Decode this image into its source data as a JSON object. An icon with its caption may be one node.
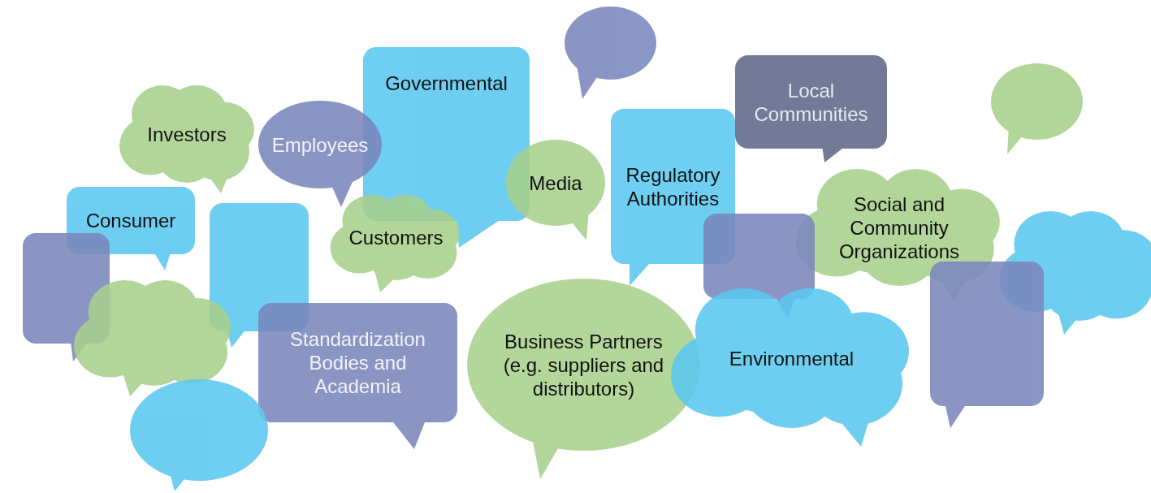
{
  "diagram": {
    "nodes": [
      {
        "text": [],
        "shape": "circle"
      },
      {
        "text": [
          "Governmental"
        ]
      },
      {
        "text": [
          "Local Communities"
        ]
      },
      {
        "text": [],
        "shape": "circle"
      },
      {
        "text": [
          "Investors"
        ]
      },
      {
        "text": [
          "Employees"
        ]
      },
      {
        "text": [
          "Regulatory Authorities"
        ]
      },
      {
        "text": [
          "Media"
        ]
      },
      {
        "text": [
          "Consumer"
        ]
      },
      {
        "text": [
          "Customers"
        ]
      },
      {
        "text": [
          "Social and Community Organizations"
        ]
      },
      {
        "text": [],
        "shape": "box"
      },
      {
        "text": [],
        "shape": "box"
      },
      {
        "text": [],
        "shape": "box"
      },
      {
        "text": [],
        "shape": "cloud"
      },
      {
        "text": [],
        "shape": "box"
      },
      {
        "text": [],
        "shape": "cloud"
      },
      {
        "text": [
          "Standardization Bodies and Academia"
        ]
      },
      {
        "text": [
          "Business Partners (e.g. suppliers and distributors)"
        ]
      },
      {
        "text": [
          "Environmental"
        ]
      },
      {
        "text": [],
        "shape": "circle"
      }
    ]
  }
}
